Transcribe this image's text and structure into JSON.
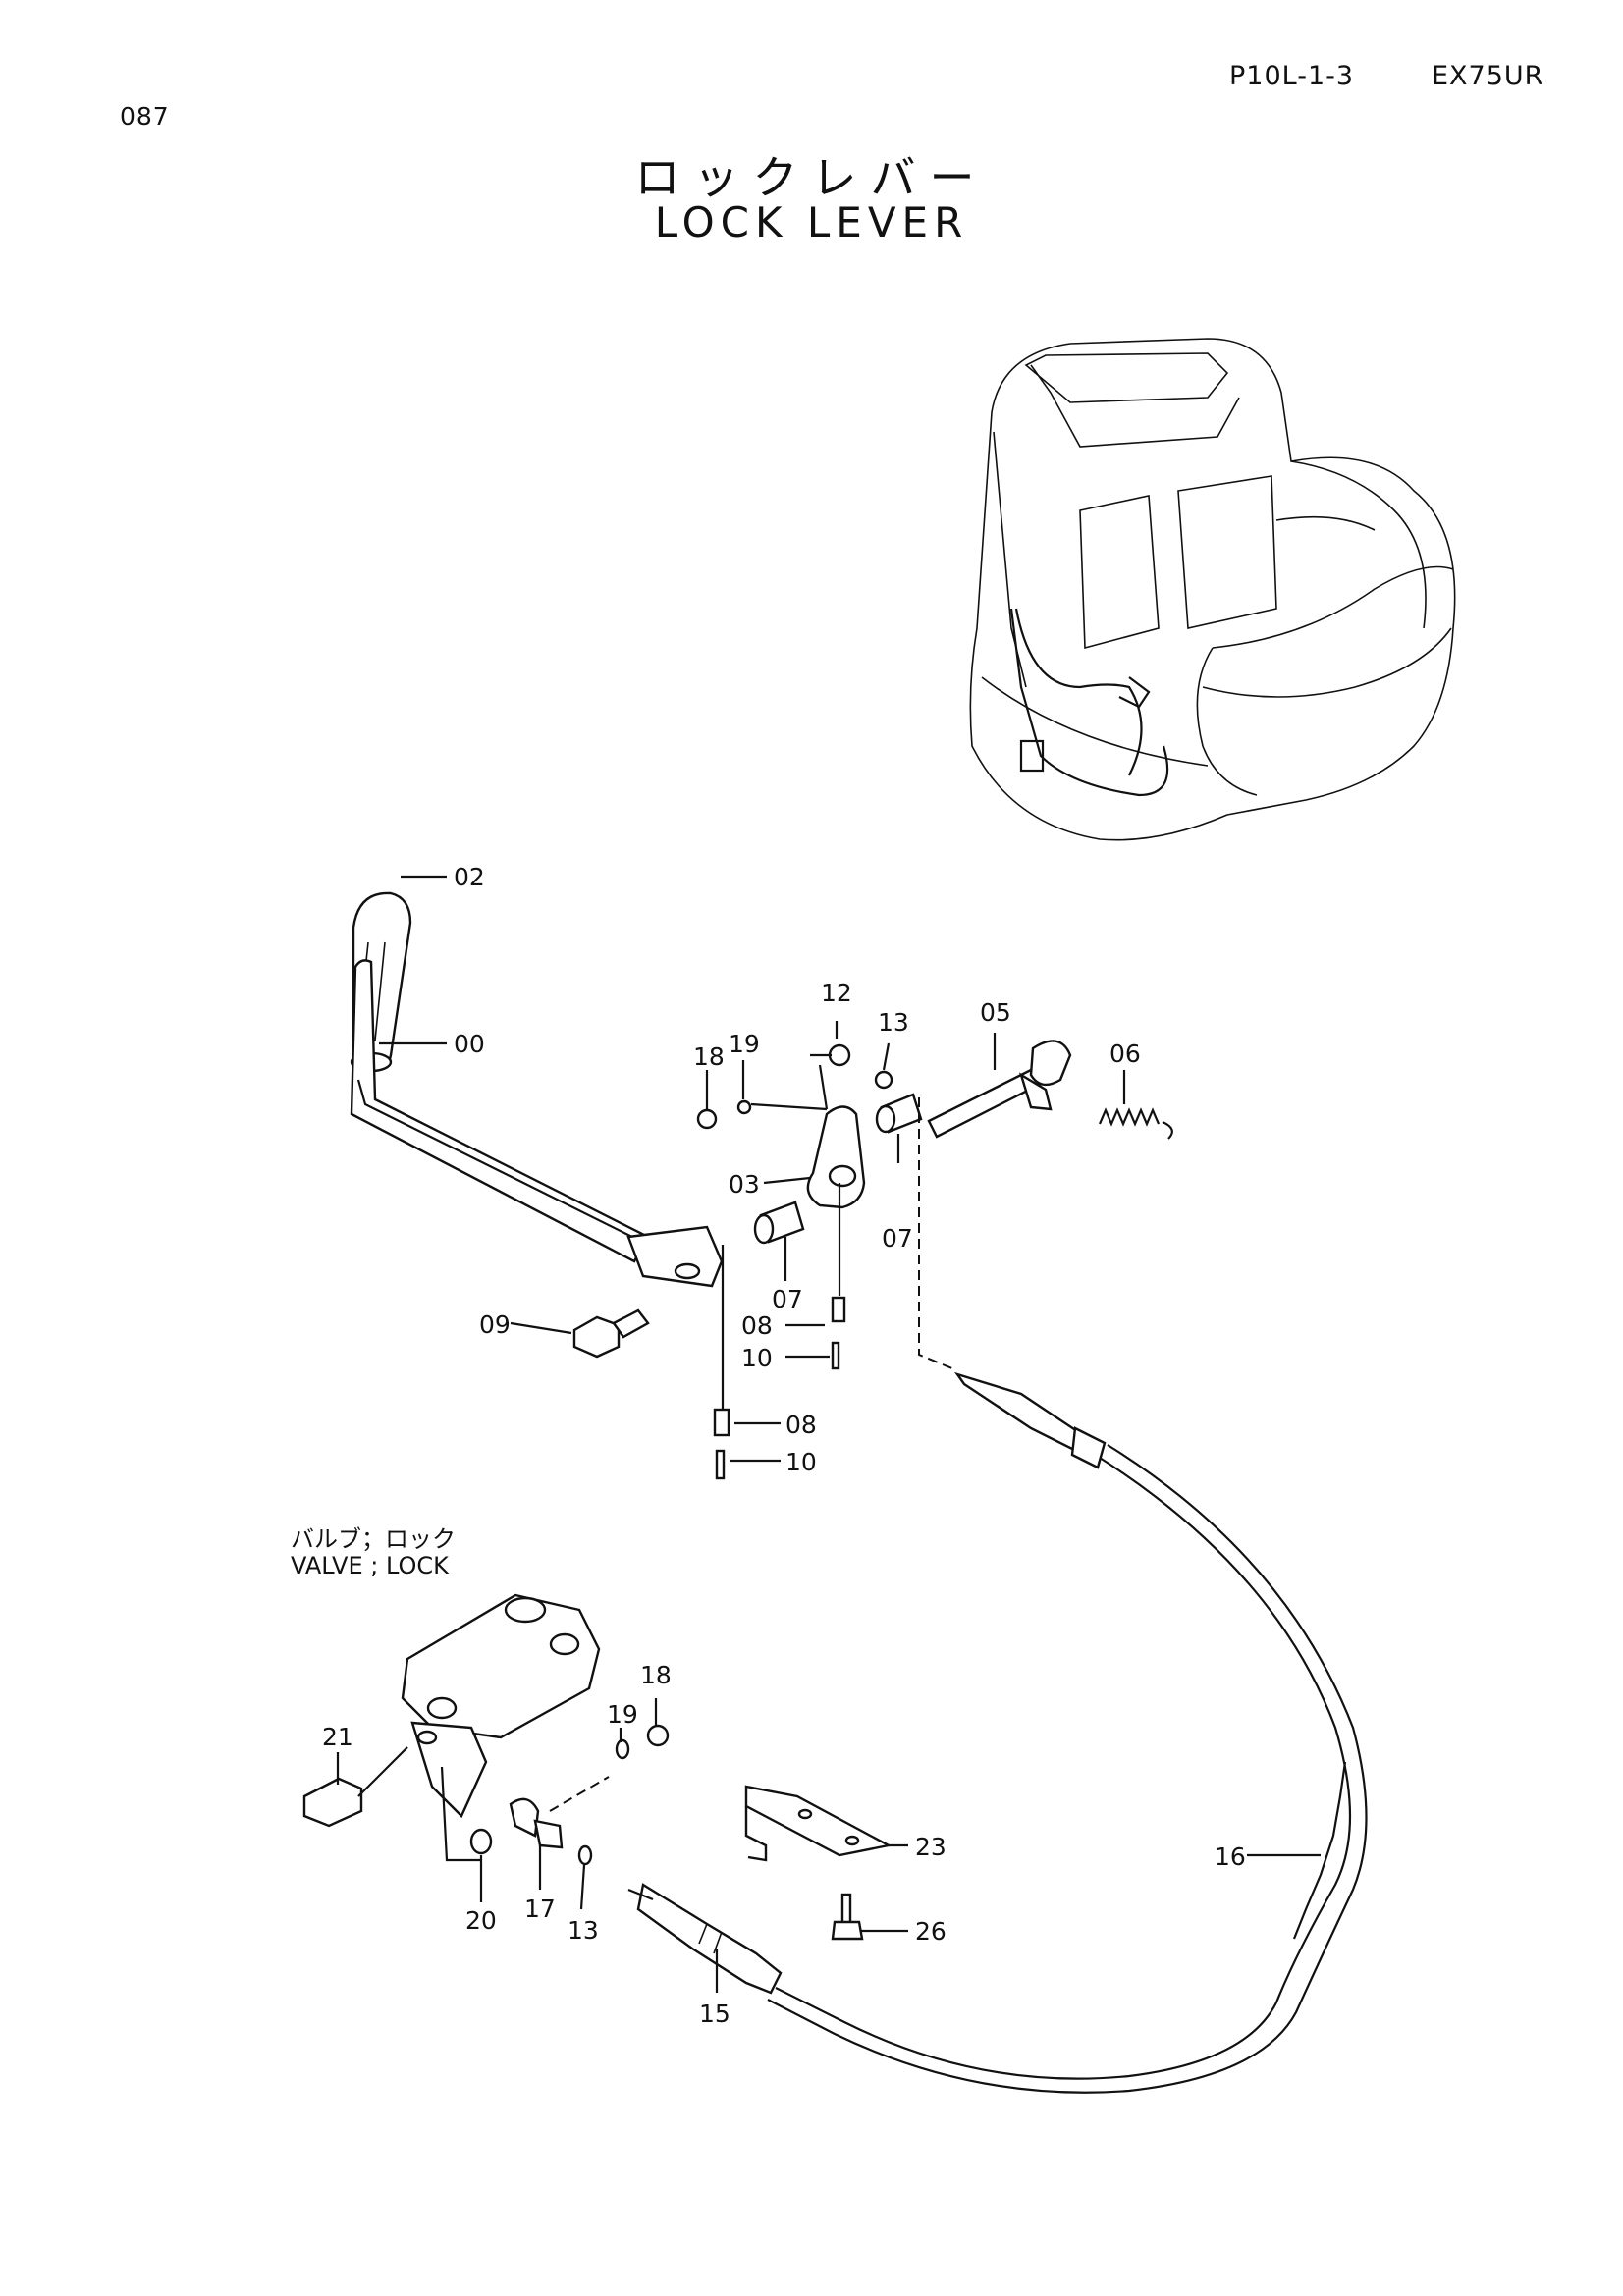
{
  "header": {
    "page_number": "087",
    "reference": "P10L-1-3",
    "model": "EX75UR",
    "title_jp": "ロックレバー",
    "title_en": "LOCK LEVER"
  },
  "valve_label": {
    "jp": "バルブ；ロック",
    "en": "VALVE ; LOCK"
  },
  "callouts": [
    {
      "id": "02"
    },
    {
      "id": "00"
    },
    {
      "id": "12"
    },
    {
      "id": "13"
    },
    {
      "id": "05"
    },
    {
      "id": "18"
    },
    {
      "id": "19"
    },
    {
      "id": "06"
    },
    {
      "id": "03"
    },
    {
      "id": "07"
    },
    {
      "id": "07"
    },
    {
      "id": "08"
    },
    {
      "id": "10"
    },
    {
      "id": "09"
    },
    {
      "id": "08"
    },
    {
      "id": "10"
    },
    {
      "id": "19"
    },
    {
      "id": "18"
    },
    {
      "id": "21"
    },
    {
      "id": "23"
    },
    {
      "id": "16"
    },
    {
      "id": "20"
    },
    {
      "id": "17"
    },
    {
      "id": "13"
    },
    {
      "id": "26"
    },
    {
      "id": "15"
    }
  ]
}
